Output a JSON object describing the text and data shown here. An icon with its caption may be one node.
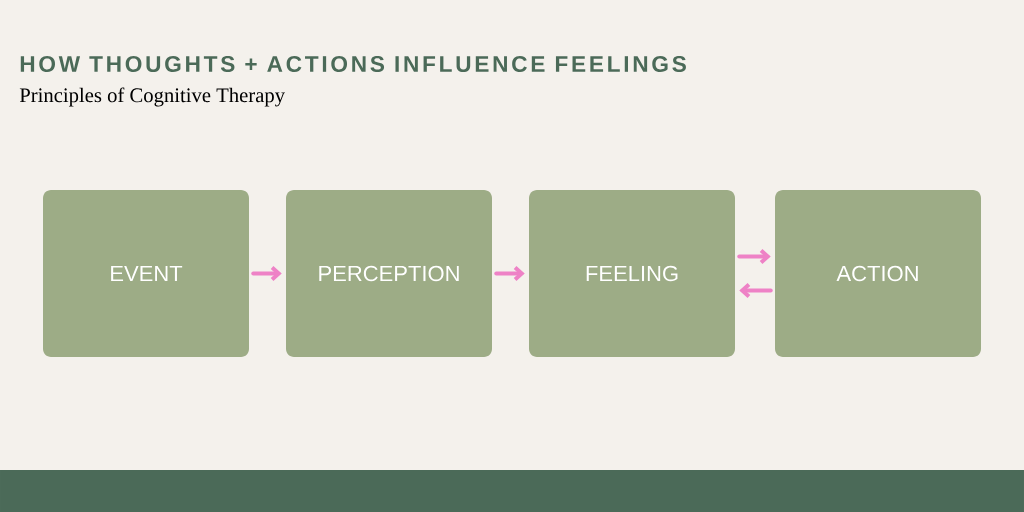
{
  "diagram": {
    "title": "HOW THOUGHTS + ACTIONS INFLUENCE FEELINGS",
    "nodes": [
      {
        "text": [
          "EVENT"
        ]
      },
      {
        "text": [
          "PERCEPTION"
        ]
      },
      {
        "text": [
          "FEELING"
        ]
      },
      {
        "text": [
          "ACTION"
        ]
      }
    ],
    "edges": [
      {
        "from": 0,
        "to": 1,
        "arrow": "to"
      },
      {
        "from": 1,
        "to": 2,
        "arrow": "to"
      },
      {
        "from": 2,
        "to": 3,
        "arrow": "to"
      },
      {
        "from": 3,
        "to": 2,
        "arrow": "to"
      }
    ],
    "labels": [
      "Principles of Cognitive Therapy"
    ]
  }
}
